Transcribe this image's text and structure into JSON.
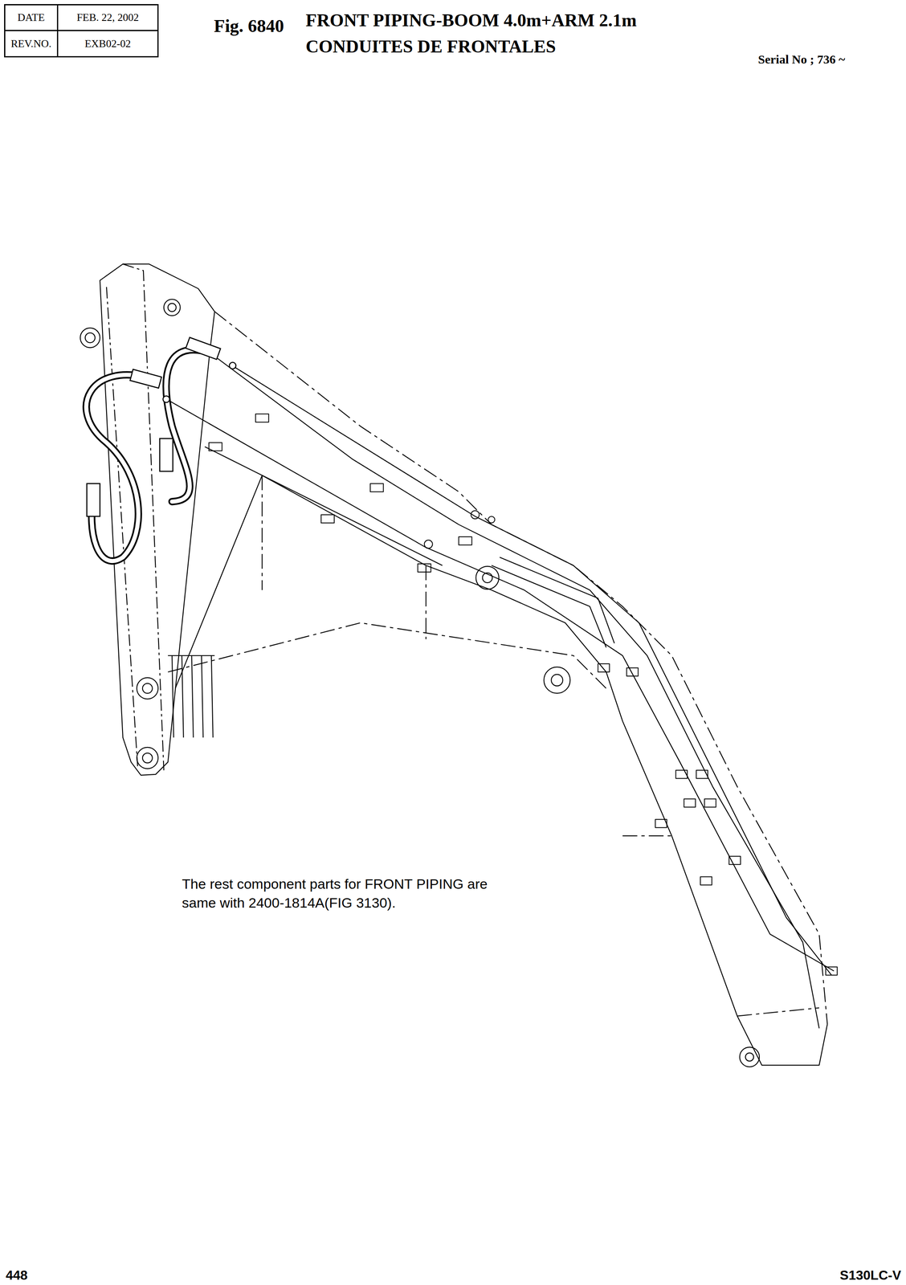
{
  "diagram": {
    "title": "FRONT PIPING-BOOM 4.0m+ARM 2.1m CONDUITES DE FRONTALES",
    "labels": [
      "DATE",
      "FEB. 22, 2002",
      "REV.NO.",
      "EXB02-02",
      "Fig. 6840",
      "Serial No ; 736 ~",
      "The rest component parts for FRONT PIPING are same with 2400-1814A(FIG 3130).",
      "448",
      "S130LC-V"
    ]
  }
}
